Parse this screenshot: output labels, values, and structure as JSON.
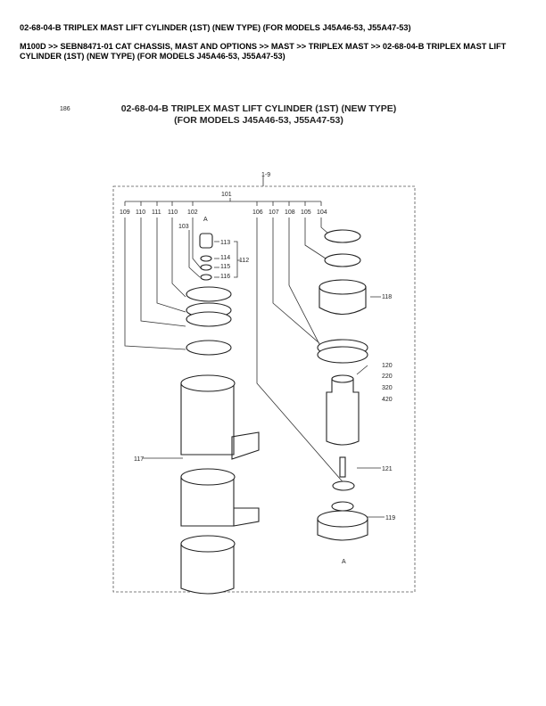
{
  "header": {
    "title": "02-68-04-B TRIPLEX MAST LIFT CYLINDER (1ST) (NEW TYPE) (FOR MODELS J45A46-53, J55A47-53)",
    "breadcrumb": "M100D >> SEBN8471-01 CAT CHASSIS, MAST AND OPTIONS >> MAST >> TRIPLEX MAST >> 02-68-04-B TRIPLEX MAST LIFT CYLINDER (1ST) (NEW TYPE) (FOR MODELS J45A46-53, J55A47-53)"
  },
  "diagram": {
    "page_number": "186",
    "title_line1": "02-68-04-B TRIPLEX MAST LIFT CYLINDER (1ST) (NEW TYPE)",
    "title_line2": "(FOR MODELS J45A46-53, J55A47-53)",
    "labels": {
      "assembly": "1-9",
      "group": "101",
      "l109": "109",
      "l110a": "110",
      "l111": "111",
      "l110b": "110",
      "l102": "102",
      "l103": "103",
      "a_top": "A",
      "l113": "113",
      "l114": "114",
      "l115": "115",
      "l116": "116",
      "l112": "112",
      "l106": "106",
      "l107": "107",
      "l108": "108",
      "l105": "105",
      "l104": "104",
      "l118": "118",
      "l120": "120",
      "l220": "220",
      "l320": "320",
      "l420": "420",
      "l117": "117",
      "l121": "121",
      "l119": "119",
      "a_bottom": "A"
    }
  }
}
